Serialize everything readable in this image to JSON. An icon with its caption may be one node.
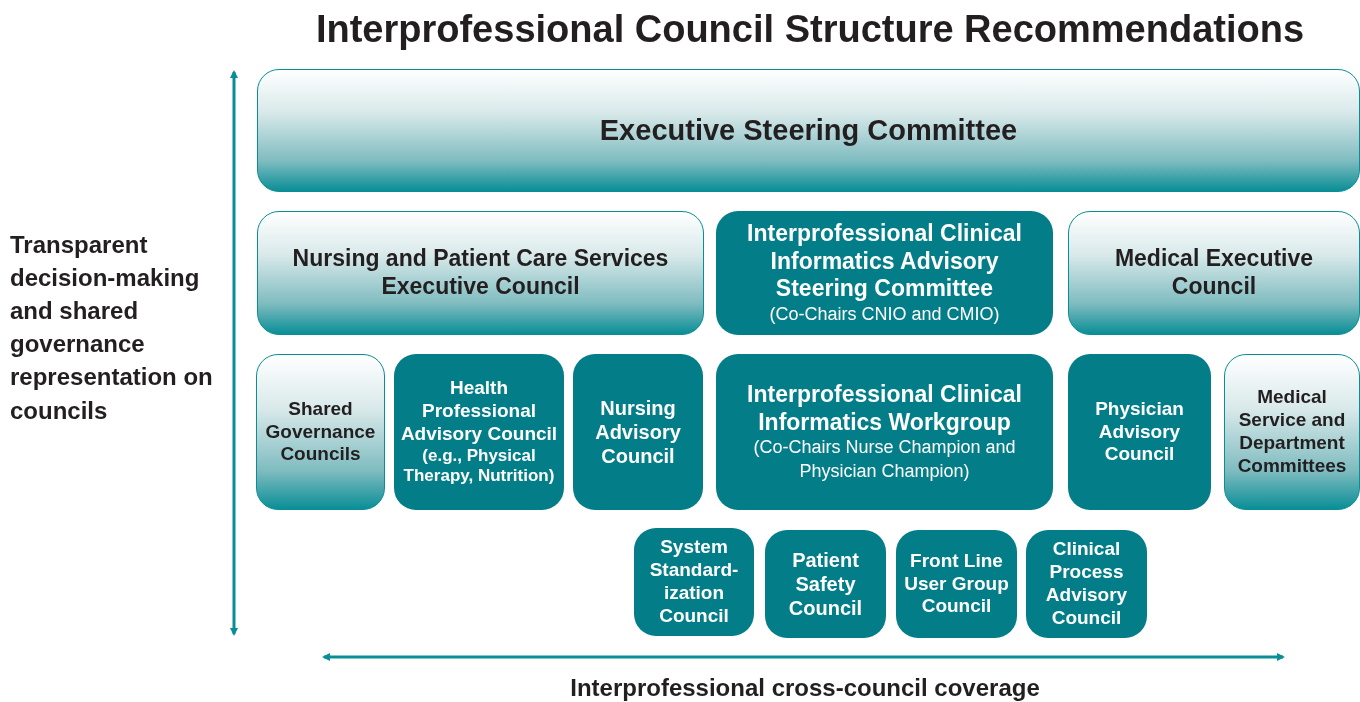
{
  "diagram": {
    "title": "Interprofessional Council Structure Recommendations",
    "nodes": [
      {
        "text": [
          "Executive Steering Committee"
        ]
      },
      {
        "text": [
          "Nursing and Patient Care Services Executive Council"
        ]
      },
      {
        "text": [
          "Interprofessional Clinical Informatics Advisory Steering Committee",
          "(Co-Chairs CNIO and CMIO)"
        ]
      },
      {
        "text": [
          "Medical Executive Council"
        ]
      },
      {
        "text": [
          "Shared Governance Councils"
        ]
      },
      {
        "text": [
          "Health Professional Advisory Council",
          "(e.g., Physical Therapy, Nutrition)"
        ]
      },
      {
        "text": [
          "Nursing Advisory Council"
        ]
      },
      {
        "text": [
          "Interprofessional Clinical Informatics Workgroup",
          "(Co-Chairs Nurse Champion and Physician Champion)"
        ]
      },
      {
        "text": [
          "Physician Advisory Council"
        ]
      },
      {
        "text": [
          "Medical Service and Department Committees"
        ]
      },
      {
        "text": [
          "System Standard-ization Council"
        ]
      },
      {
        "text": [
          "Patient Safety Council"
        ]
      },
      {
        "text": [
          "Front Line User Group Council"
        ]
      },
      {
        "text": [
          "Clinical Process Advisory Council"
        ]
      }
    ],
    "labels": [
      "Transparent decision-making and shared governance representation on councils",
      "Interprofessional cross-council coverage"
    ]
  }
}
